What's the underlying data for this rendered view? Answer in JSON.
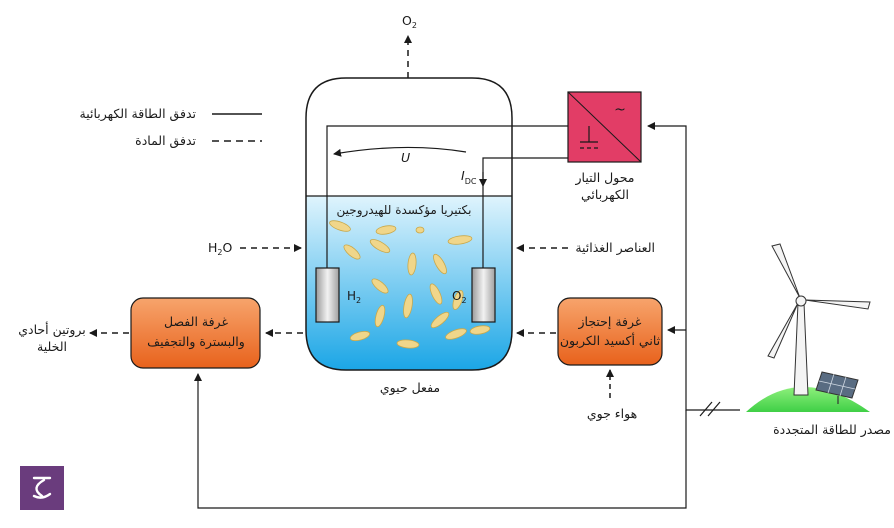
{
  "legend": {
    "power_flow": "تدفق الطاقة الكهربائية",
    "material_flow": "تدفق المادة"
  },
  "top_output": {
    "main": "O",
    "sub": "2"
  },
  "inverter": {
    "line1": "محول التيار",
    "line2": "الكهربائي",
    "ac_symbol": "~"
  },
  "reactor": {
    "bacteria_label": "بكتيريا مؤكسدة للهيدروجين",
    "caption": "مفعل حيوي",
    "voltage": "U",
    "current": {
      "main": "I",
      "sub": "DC"
    },
    "electrode_left": {
      "main": "H",
      "sub": "2"
    },
    "electrode_right": {
      "main": "O",
      "sub": "2"
    }
  },
  "inputs": {
    "water": {
      "main": "H",
      "sub": "2",
      "tail": "O"
    },
    "nutrients": "العناصر الغذائية",
    "air": "هواء جوي"
  },
  "separation_box": {
    "line1": "غرفة الفصل",
    "line2": "والبسترة والتجفيف"
  },
  "co2_box": {
    "line1": "غرفة إحتجاز",
    "line2": "ثاني أكسيد الكربون"
  },
  "output": {
    "line1": "بروتين أحادي",
    "line2": "الخلية"
  },
  "renewable": "مصدر للطاقة المتجددة",
  "colors": {
    "liquid_top": "#c8ecfb",
    "liquid_bottom": "#1aa8e8",
    "bacteria": "#f0d68a",
    "inverter": "#e23d66",
    "box_orange": "#ef7a2e",
    "hill": "#6ee06a",
    "logo": "#6a3c7d"
  },
  "icons": [
    "wind-turbine-icon",
    "solar-panel-icon",
    "logo-icon"
  ]
}
